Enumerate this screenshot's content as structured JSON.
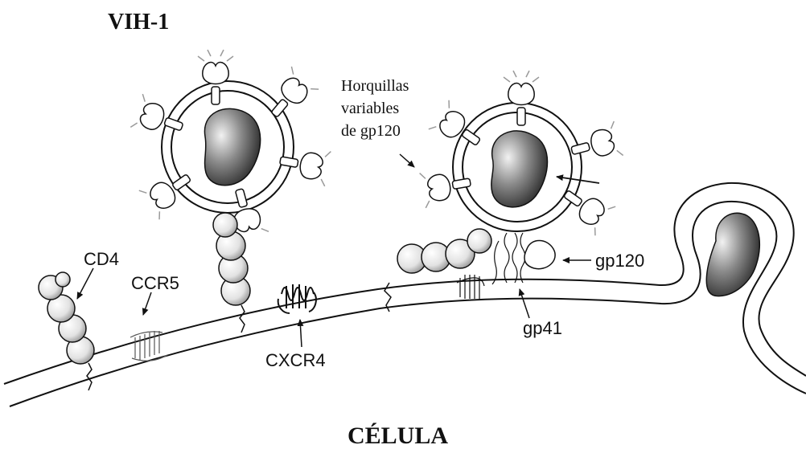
{
  "title": "VIH-1",
  "cell_label": "CÉLULA",
  "labels": {
    "cd4": "CD4",
    "ccr5": "CCR5",
    "cxcr4": "CXCR4",
    "gp120": "gp120",
    "gp41": "gp41",
    "variable_loops": [
      "Horquillas",
      "variables",
      "de gp120"
    ]
  },
  "colors": {
    "ink": "#111111",
    "background": "#ffffff",
    "core_shade": "#555555",
    "spike_shade": "#9a9a9a"
  }
}
